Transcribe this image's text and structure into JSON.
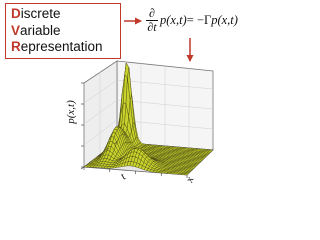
{
  "dvr_box": {
    "lines": [
      {
        "initial": "D",
        "rest": "iscrete"
      },
      {
        "initial": "V",
        "rest": "ariable"
      },
      {
        "initial": "R",
        "rest": "epresentation"
      }
    ],
    "border_color": "#c0392b",
    "initial_color": "#c0392b"
  },
  "equation": {
    "d_num": "∂",
    "d_den": "∂t",
    "lhs": "p(x,t)",
    "eq": " = −Γ ",
    "rhs": "p(x,t)"
  },
  "plot": {
    "z_label": "p(x,t)",
    "t_label": "t",
    "x_label": "x",
    "surface_color": "#c8d22a",
    "mesh_color": "#3a3a10"
  },
  "arrows": {
    "color": "#c0392b"
  }
}
